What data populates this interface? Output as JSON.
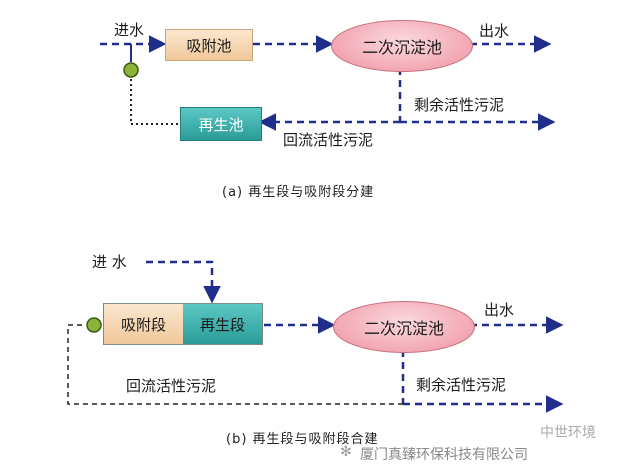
{
  "diagram_a": {
    "inflow_label": "进水",
    "adsorption_tank": "吸附池",
    "secondary_clarifier": "二次沉淀池",
    "outflow_label": "出水",
    "excess_sludge": "剩余活性污泥",
    "regeneration_tank": "再生池",
    "return_sludge": "回流活性污泥",
    "caption": "(a) 再生段与吸附段分建"
  },
  "diagram_b": {
    "inflow_label": "进 水",
    "adsorption_section": "吸附段",
    "regeneration_section": "再生段",
    "secondary_clarifier": "二次沉淀池",
    "outflow_label": "出水",
    "return_sludge": "回流活性污泥",
    "excess_sludge": "剩余活性污泥",
    "caption": "(b) 再生段与吸附段合建"
  },
  "watermark": {
    "line1": "中世环境",
    "line2": "厦门真臻环保科技有限公司"
  },
  "colors": {
    "arrow": "#1f2e8a",
    "tank_fill": "#f4d2ab",
    "regen_fill": "#3bb3ae",
    "clarifier_fill": "#f2a7b3",
    "pump_fill": "#8ab33a"
  }
}
